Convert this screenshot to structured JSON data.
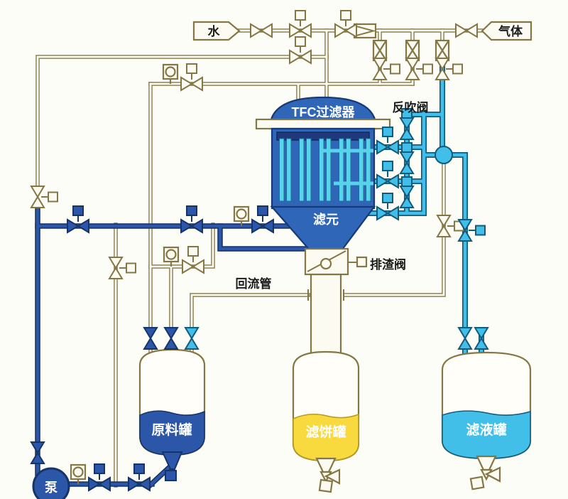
{
  "colors": {
    "background": "#fdfdf7",
    "pipe_outline_olive": "#847745",
    "pipe_fill_white": "#fcfbf2",
    "dark_blue": "#2c57a8",
    "dark_blue_outline": "#173468",
    "cyan": "#41bfe8",
    "cyan_outline": "#135a7d",
    "filter_blue": "#2f66b8",
    "filter_element_cyan": "#58d4ea",
    "liquid_yellow": "#f8d93e",
    "label_black": "#1b1b1b",
    "label_white": "#ffffff"
  },
  "sources": {
    "water": "水",
    "gas": "气体"
  },
  "filter": {
    "name": "TFC过滤器",
    "internals": "滤元"
  },
  "annotations": {
    "backblow_valve": "反吹阀",
    "slag_discharge_valve": "排渣阀",
    "return_pipe": "回流管"
  },
  "tanks": [
    {
      "name": "原料罐",
      "liquid": "#2c57a8"
    },
    {
      "name": "滤饼罐",
      "liquid": "#f8d93e"
    },
    {
      "name": "滤液罐",
      "liquid": "#41bfe8"
    }
  ],
  "pump": {
    "name": "泵"
  }
}
